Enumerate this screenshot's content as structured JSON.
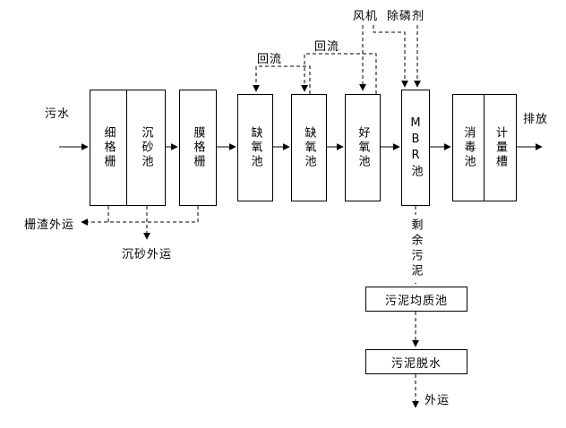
{
  "diagram": {
    "inlet_label": "污水",
    "outlet_label": "排放",
    "boxes": [
      {
        "label": "细格栅"
      },
      {
        "label": "沉砂池"
      },
      {
        "label": "膜格栅"
      },
      {
        "label": "缺氧池"
      },
      {
        "label": "缺氧池"
      },
      {
        "label": "好氧池"
      },
      {
        "label": "MBR池"
      },
      {
        "label": "消毒池"
      },
      {
        "label": "计量槽"
      }
    ],
    "annotations": {
      "reflux_1": "回流",
      "reflux_2": "回流",
      "blower": "风机",
      "phosphorus_agent": "除磷剂",
      "screenings_out": "栅渣外运",
      "grit_out": "沉砂外运",
      "excess_sludge": "剩余污泥",
      "final_out": "外运"
    },
    "sludge_boxes": [
      {
        "label": "污泥均质池"
      },
      {
        "label": "污泥脱水"
      }
    ],
    "colors": {
      "line": "#000000",
      "background": "#ffffff"
    }
  }
}
